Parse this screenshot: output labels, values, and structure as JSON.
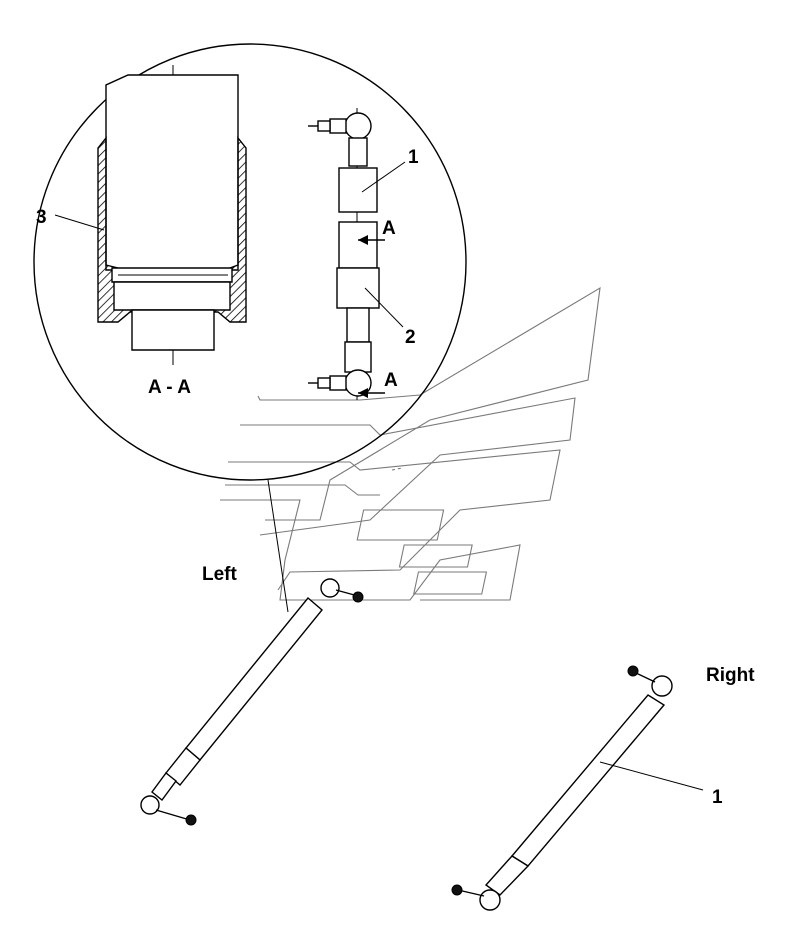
{
  "labels": {
    "callout_1_detail": "1",
    "callout_2_detail": "2",
    "callout_3_section": "3",
    "section_arrow_top": "A",
    "section_arrow_bottom": "A",
    "section_title": "A - A",
    "left_side": "Left",
    "right_side": "Right",
    "callout_1_right": "1"
  }
}
